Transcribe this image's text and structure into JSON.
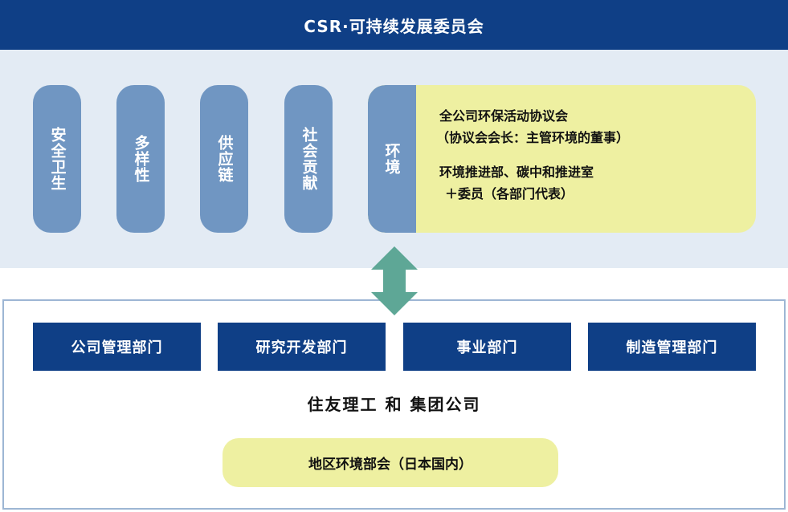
{
  "header": {
    "title": "CSR·可持续发展委员会"
  },
  "committees": [
    {
      "label": "安全卫生"
    },
    {
      "label": "多样性"
    },
    {
      "label": "供应链"
    },
    {
      "label": "社会贡献"
    },
    {
      "label": "环境"
    }
  ],
  "environment_detail": {
    "line1": "全公司环保活动协议会",
    "line2": "（协议会会长：主管环境的董事）",
    "line3": "环境推进部、碳中和推进室",
    "line4": "＋委员（各部门代表）"
  },
  "departments": [
    {
      "label": "公司管理部门"
    },
    {
      "label": "研究开发部门"
    },
    {
      "label": "事业部门"
    },
    {
      "label": "制造管理部门"
    }
  ],
  "group": {
    "title": "住友理工 和 集团公司"
  },
  "regional": {
    "label": "地区环境部会（日本国内）"
  },
  "colors": {
    "navy": "#0f3f86",
    "pill_blue": "#7096c2",
    "panel_light": "#e3ebf4",
    "yellow": "#eef0a1",
    "arrow_teal": "#5ea796",
    "border": "#9db6d4"
  }
}
